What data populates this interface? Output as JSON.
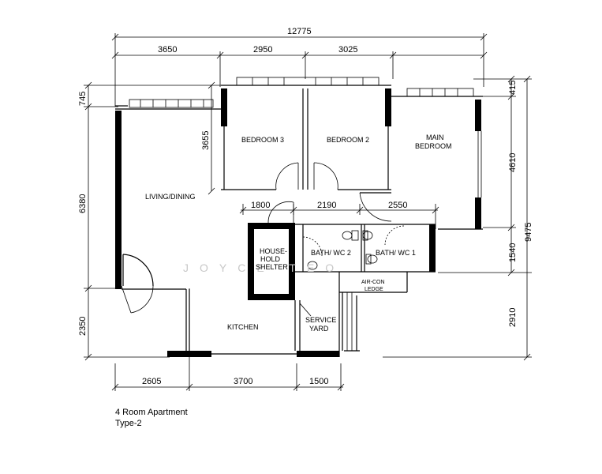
{
  "dimensions": {
    "top_total": "12775",
    "top_segments": [
      "3650",
      "2950",
      "3025"
    ],
    "bottom_segments": [
      "2605",
      "3700",
      "1500"
    ],
    "left_745": "745",
    "left_6380": "6380",
    "left_2350": "2350",
    "bedroom3_depth": "3655",
    "right_415": "415",
    "right_4610": "4610",
    "right_9475": "9475",
    "right_1540": "1540",
    "right_2910": "2910",
    "mid_1800": "1800",
    "mid_2190": "2190",
    "mid_2550": "2550"
  },
  "rooms": {
    "bedroom3": "BEDROOM 3",
    "bedroom2": "BEDROOM 2",
    "main_bedroom_line1": "MAIN",
    "main_bedroom_line2": "BEDROOM",
    "living_dining": "LIVING/DINING",
    "shelter_line1": "HOUSE-",
    "shelter_line2": "HOLD",
    "shelter_line3": "SHELTER",
    "bath2": "BATH/ WC 2",
    "bath1": "BATH/ WC 1",
    "aircon_line1": "AIR-CON",
    "aircon_line2": "LEDGE",
    "kitchen": "KITCHEN",
    "service_line1": "SERVICE",
    "service_line2": "YARD"
  },
  "watermark": "JOYCE TEO",
  "caption": {
    "line1": "4 Room Apartment",
    "line2": "Type-2"
  }
}
